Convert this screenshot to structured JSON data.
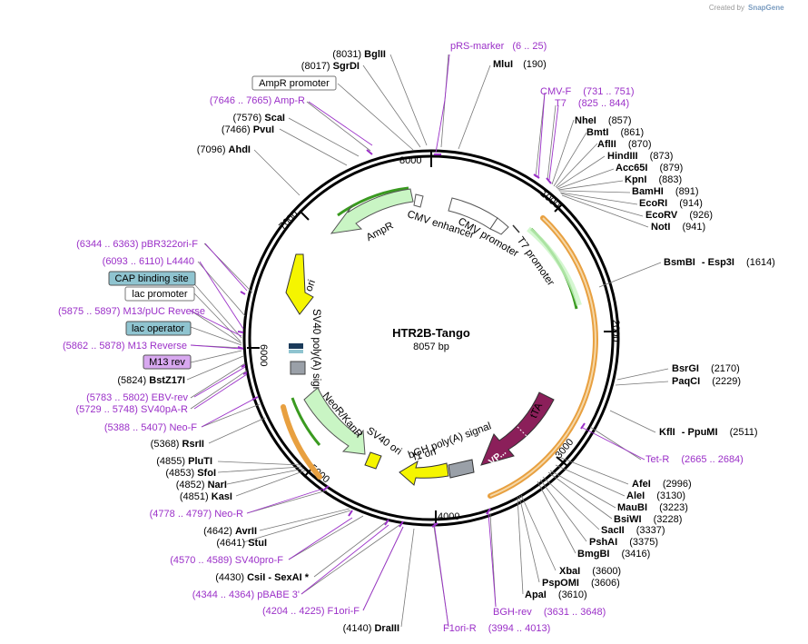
{
  "credit": {
    "created_by": "Created by",
    "brand": "SnapGene"
  },
  "plasmid": {
    "name": "HTR2B-Tango",
    "length": "8057 bp"
  },
  "tick_labels": [
    "1000",
    "2000",
    "3000",
    "4000",
    "5000",
    "6000",
    "7000",
    "8000"
  ],
  "left_labels": [
    {
      "pos": "(8031)",
      "name": "BglII"
    },
    {
      "pos": "(8017)",
      "name": "SgrDI"
    },
    {
      "boxed": "AmpR promoter"
    },
    {
      "pos": "(7646 .. 7665)",
      "name": "Amp-R",
      "purple": true
    },
    {
      "pos": "(7576)",
      "name": "ScaI"
    },
    {
      "pos": "(7466)",
      "name": "PvuI"
    },
    {
      "pos": "(7096)",
      "name": "AhdI"
    },
    {
      "pos": "(6344 .. 6363)",
      "name": "pBR322ori-F",
      "purple": true
    },
    {
      "pos": "(6093 .. 6110)",
      "name": "L4440",
      "purple": true
    },
    {
      "boxed_blue": "CAP binding site"
    },
    {
      "boxed": "lac promoter"
    },
    {
      "pos": "(5875 .. 5897)",
      "name": "M13/pUC Reverse",
      "purple": true
    },
    {
      "boxed_blue": "lac operator"
    },
    {
      "pos": "(5862 .. 5878)",
      "name": "M13 Reverse",
      "purple": true
    },
    {
      "boxed_purple": "M13 rev"
    },
    {
      "pos": "(5824)",
      "name": "BstZ17I"
    },
    {
      "pos": "(5783 .. 5802)",
      "name": "EBV-rev",
      "purple": true
    },
    {
      "pos": "(5729 .. 5748)",
      "name": "SV40pA-R",
      "purple": true
    },
    {
      "pos": "(5388 .. 5407)",
      "name": "Neo-F",
      "purple": true
    },
    {
      "pos": "(5368)",
      "name": "RsrII"
    },
    {
      "pos": "(4855)",
      "name": "PluTI"
    },
    {
      "pos": "(4853)",
      "name": "SfoI"
    },
    {
      "pos": "(4852)",
      "name": "NarI"
    },
    {
      "pos": "(4851)",
      "name": "KasI"
    },
    {
      "pos": "(4778 .. 4797)",
      "name": "Neo-R",
      "purple": true
    },
    {
      "pos": "(4642)",
      "name": "AvrII"
    },
    {
      "pos": "(4641)",
      "name": "StuI"
    },
    {
      "pos": "(4570 .. 4589)",
      "name": "SV40pro-F",
      "purple": true
    },
    {
      "pos": "(4430)",
      "name": "CsiI",
      "extra": "- SexAI *"
    },
    {
      "pos": "(4344 .. 4364)",
      "name": "pBABE 3'",
      "purple": true
    },
    {
      "pos": "(4204 .. 4225)",
      "name": "F1ori-F",
      "purple": true
    },
    {
      "pos": "(4140)",
      "name": "DraIII"
    }
  ],
  "right_labels": [
    {
      "name": "pRS-marker",
      "pos": "(6 .. 25)",
      "purple": true
    },
    {
      "name": "MluI",
      "pos": "(190)"
    },
    {
      "name": "CMV-F",
      "pos": "(731 .. 751)",
      "purple": true
    },
    {
      "name": "T7",
      "pos": "(825 .. 844)",
      "purple": true
    },
    {
      "name": "NheI",
      "pos": "(857)"
    },
    {
      "name": "BmtI",
      "pos": "(861)"
    },
    {
      "name": "AflII",
      "pos": "(870)"
    },
    {
      "name": "HindIII",
      "pos": "(873)"
    },
    {
      "name": "Acc65I",
      "pos": "(879)"
    },
    {
      "name": "KpnI",
      "pos": "(883)"
    },
    {
      "name": "BamHI",
      "pos": "(891)"
    },
    {
      "name": "EcoRI",
      "pos": "(914)"
    },
    {
      "name": "EcoRV",
      "pos": "(926)"
    },
    {
      "name": "NotI",
      "pos": "(941)"
    },
    {
      "name": "BsmBI",
      "extra": "- Esp3I",
      "pos": "(1614)"
    },
    {
      "name": "BsrGI",
      "pos": "(2170)"
    },
    {
      "name": "PaqCI",
      "pos": "(2229)"
    },
    {
      "name": "KflI",
      "extra": "- PpuMI",
      "pos": "(2511)"
    },
    {
      "name": "Tet-R",
      "pos": "(2665 .. 2684)",
      "purple": true
    },
    {
      "name": "AfeI",
      "pos": "(2996)"
    },
    {
      "name": "AleI",
      "pos": "(3130)"
    },
    {
      "name": "MauBI",
      "pos": "(3223)"
    },
    {
      "name": "BsiWI",
      "pos": "(3228)"
    },
    {
      "name": "SacII",
      "pos": "(3337)"
    },
    {
      "name": "PshAI",
      "pos": "(3375)"
    },
    {
      "name": "BmgBI",
      "pos": "(3416)"
    },
    {
      "name": "XbaI",
      "pos": "(3600)"
    },
    {
      "name": "PspOMI",
      "pos": "(3606)"
    },
    {
      "name": "ApaI",
      "pos": "(3610)"
    },
    {
      "name": "BGH-rev",
      "pos": "(3631 .. 3648)",
      "purple": true
    },
    {
      "name": "F1ori-R",
      "pos": "(3994 .. 4013)",
      "purple": true
    }
  ],
  "features": {
    "ampr": "AmpR",
    "ori": "ori",
    "cmv_enhancer": "CMV enhancer",
    "cmv_promoter": "CMV promoter",
    "t7_promoter": "T7 promoter",
    "sv40_polya": "SV40 poly(A) signal",
    "neor": "NeoR/KanR",
    "sv40_ori": "SV40 ori",
    "bgh_polya": "bGH poly(A) signal",
    "f1_ori": "f1 ori",
    "tta": "tTA",
    "tetr": "TetR",
    "vp": "VP..."
  },
  "colors": {
    "purple_label": "#9b30c8",
    "ampr_fill": "#c9f5c4",
    "ori_fill": "#f5f500",
    "orange_arc": "#e8a040",
    "green_arc": "#3a9a20",
    "tetr_fill": "#8b1f5a",
    "grey_feature": "#9aa0a8",
    "blue_box": "#8fc4d0",
    "purple_box": "#d8a8f0"
  }
}
